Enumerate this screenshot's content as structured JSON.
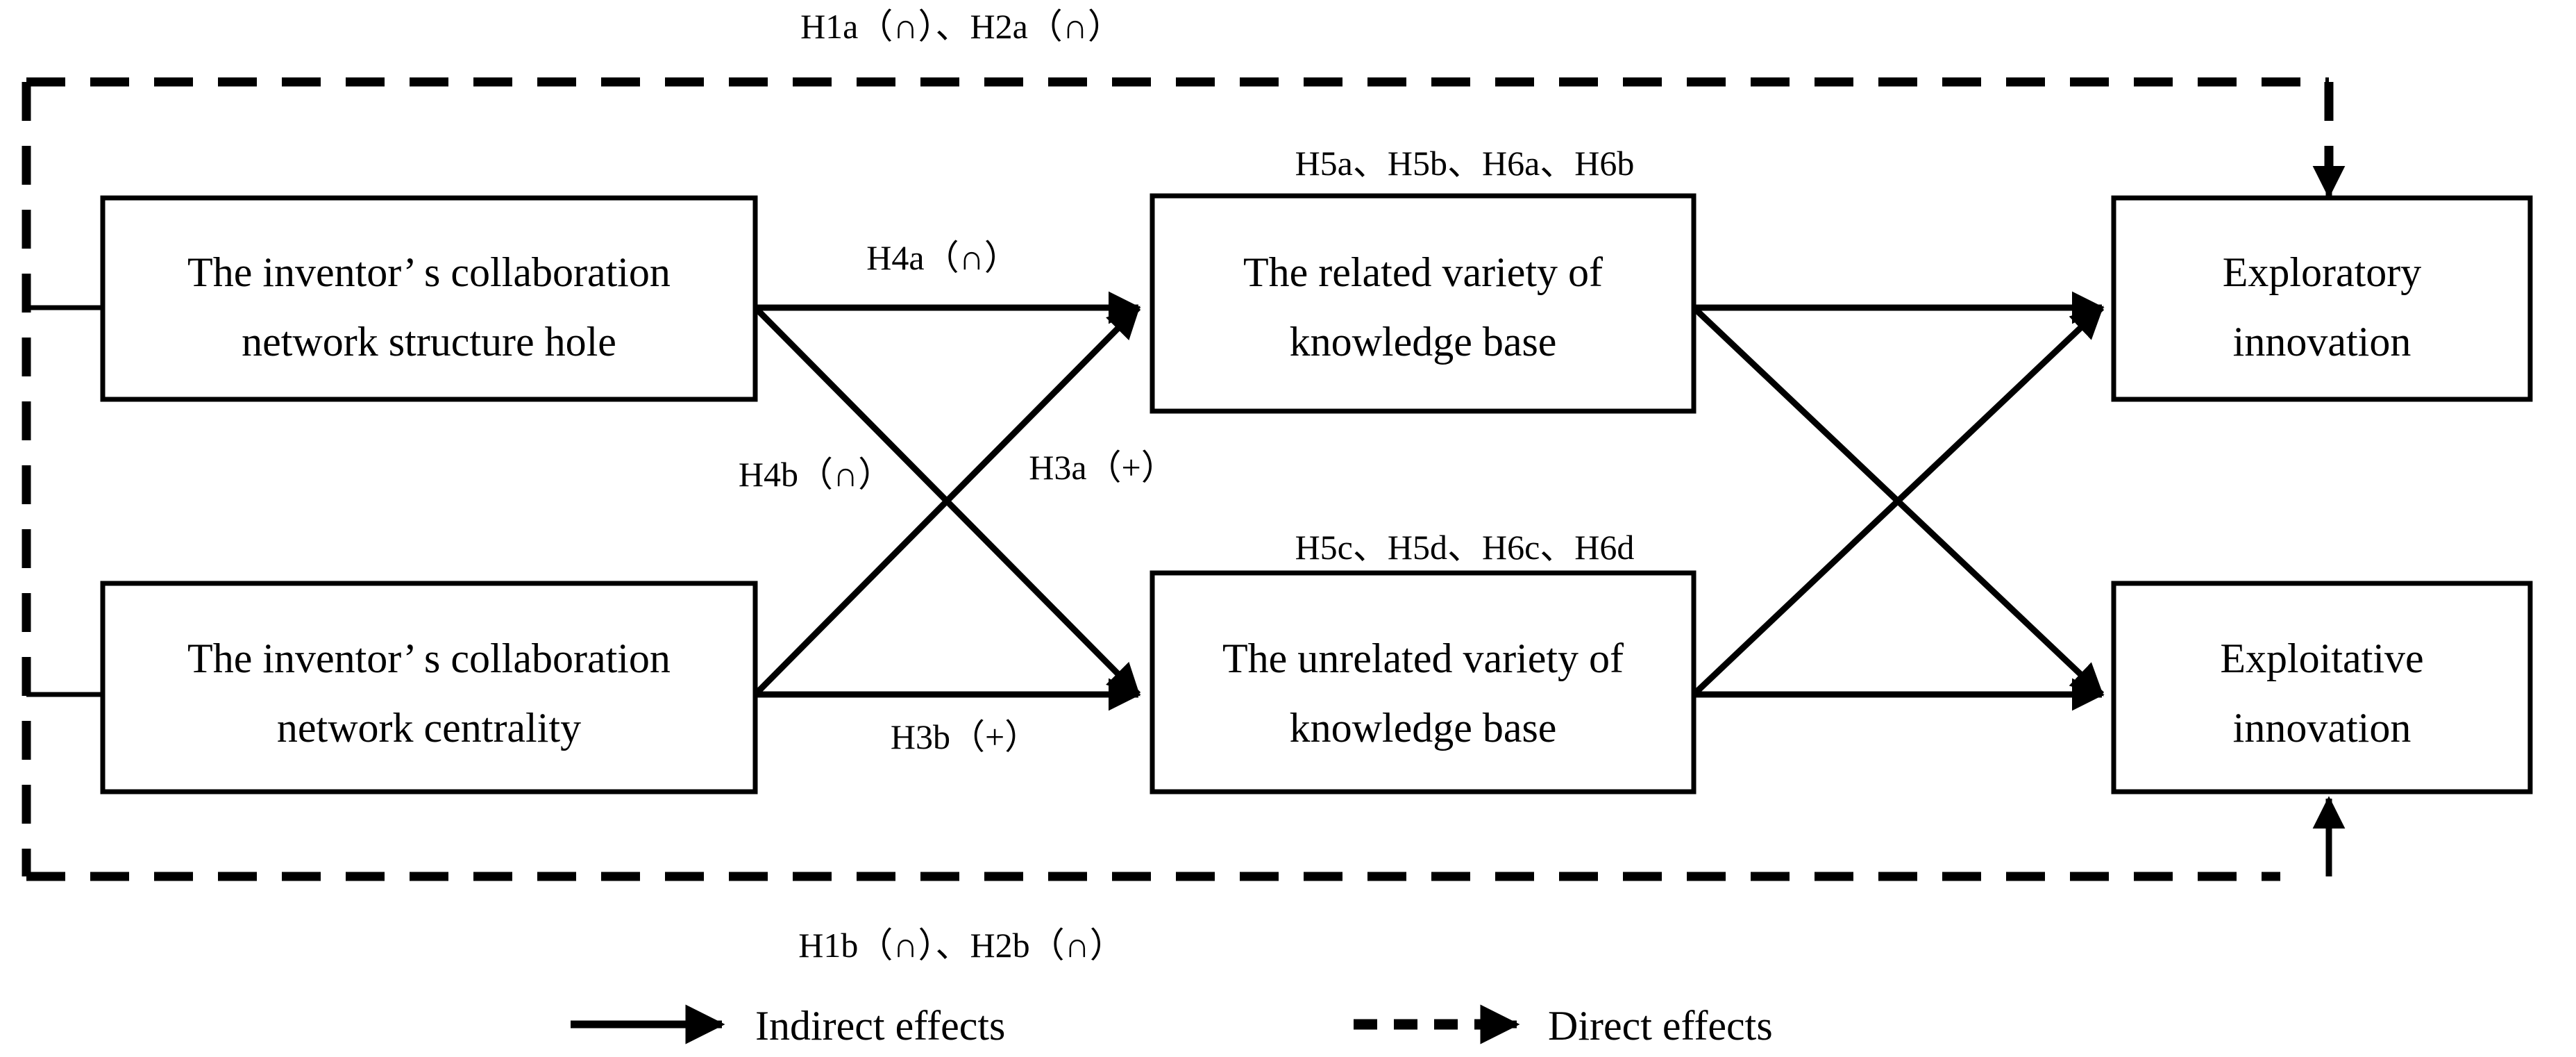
{
  "figure": {
    "type": "conceptual-model-diagram",
    "background_color": "#ffffff",
    "line_color": "#000000"
  },
  "nodes": {
    "structure_hole": {
      "line1": "The inventor’  s collaboration",
      "line2": "network structure hole"
    },
    "centrality": {
      "line1": "The inventor’  s collaboration",
      "line2": "network centrality"
    },
    "related_variety": {
      "line1": "The related variety of",
      "line2": "knowledge base"
    },
    "unrelated_variety": {
      "line1": "The unrelated variety of",
      "line2": "knowledge base"
    },
    "exploratory": {
      "line1": "Exploratory",
      "line2": "innovation"
    },
    "exploitative": {
      "line1": "Exploitative",
      "line2": "innovation"
    }
  },
  "hypothesis_labels": {
    "top_direct": "H1a（∩）、H2a（∩）",
    "bottom_direct": "H1b（∩）、H2b（∩）",
    "above_related": "H5a、H5b、H6a、H6b",
    "above_unrelated": "H5c、H5d、H6c、H6d",
    "h4a": "H4a（∩）",
    "h4b": "H4b（∩）",
    "h3a": "H3a（+）",
    "h3b": "H3b（+）"
  },
  "legend": {
    "items": [
      {
        "style": "solid",
        "label": "Indirect effects"
      },
      {
        "style": "dashed",
        "label": "Direct effects"
      }
    ],
    "indirect_label": "Indirect effects",
    "direct_label": "Direct effects"
  }
}
